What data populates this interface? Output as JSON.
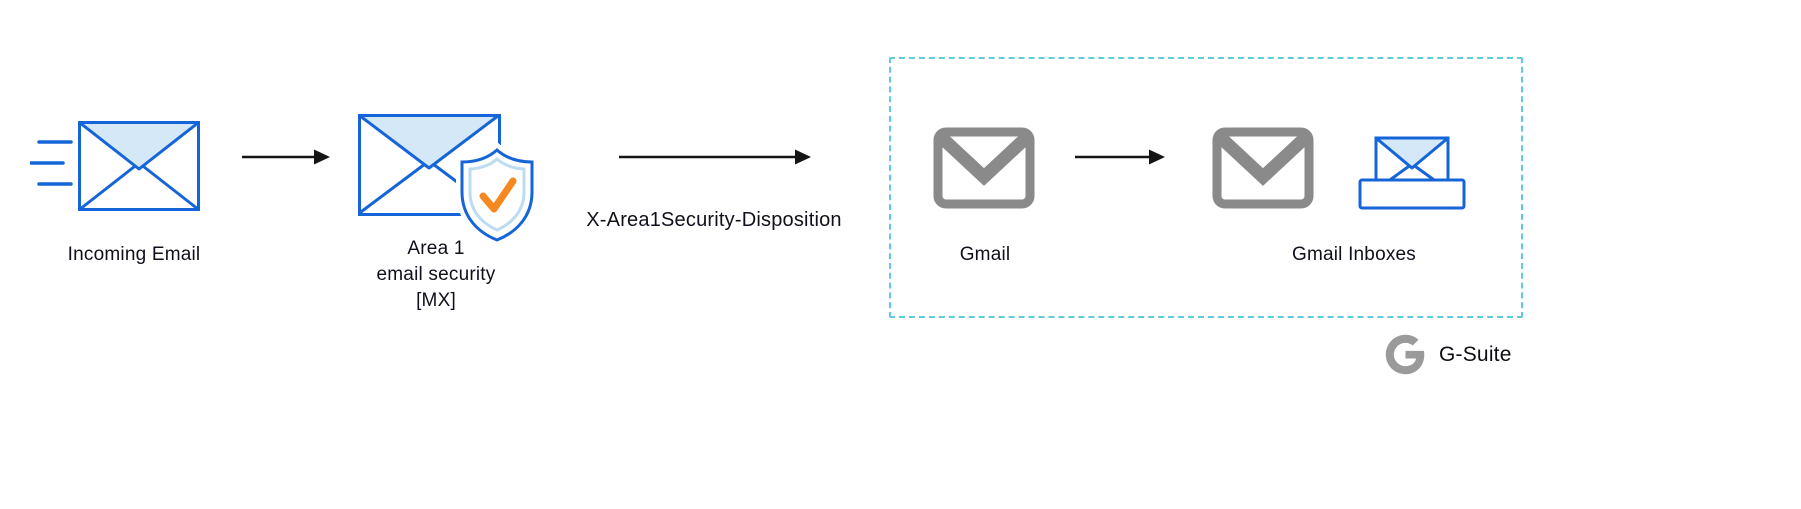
{
  "nodes": {
    "incoming_email": {
      "label": "Incoming Email"
    },
    "area1": {
      "lines": [
        "Area 1",
        "email security",
        "[MX]"
      ]
    },
    "gmail": {
      "label": "Gmail"
    },
    "gmail_inboxes": {
      "label": "Gmail Inboxes"
    }
  },
  "edges": {
    "disposition_label": "X-Area1Security-Disposition"
  },
  "brand": {
    "label": "G-Suite"
  },
  "icons": {
    "speed_lines": "speed-lines-icon",
    "incoming_envelope": "blue-envelope-icon",
    "area1_shield": "envelope-with-shield-check-icon",
    "gmail_logo": "gmail-envelope-icon",
    "inbox_tray": "envelope-in-inbox-tray-icon",
    "gsuite_logo": "google-g-icon",
    "flow_arrow": "right-arrow-icon"
  },
  "colors": {
    "envelope_blue": "#1565d8",
    "envelope_flap_fill": "#d4e8f7",
    "check_orange": "#f5881f",
    "gmail_gray": "#8a8a8a",
    "boundary_dash": "#62cbdb",
    "arrow_black": "#151515",
    "text": "#10101c"
  }
}
